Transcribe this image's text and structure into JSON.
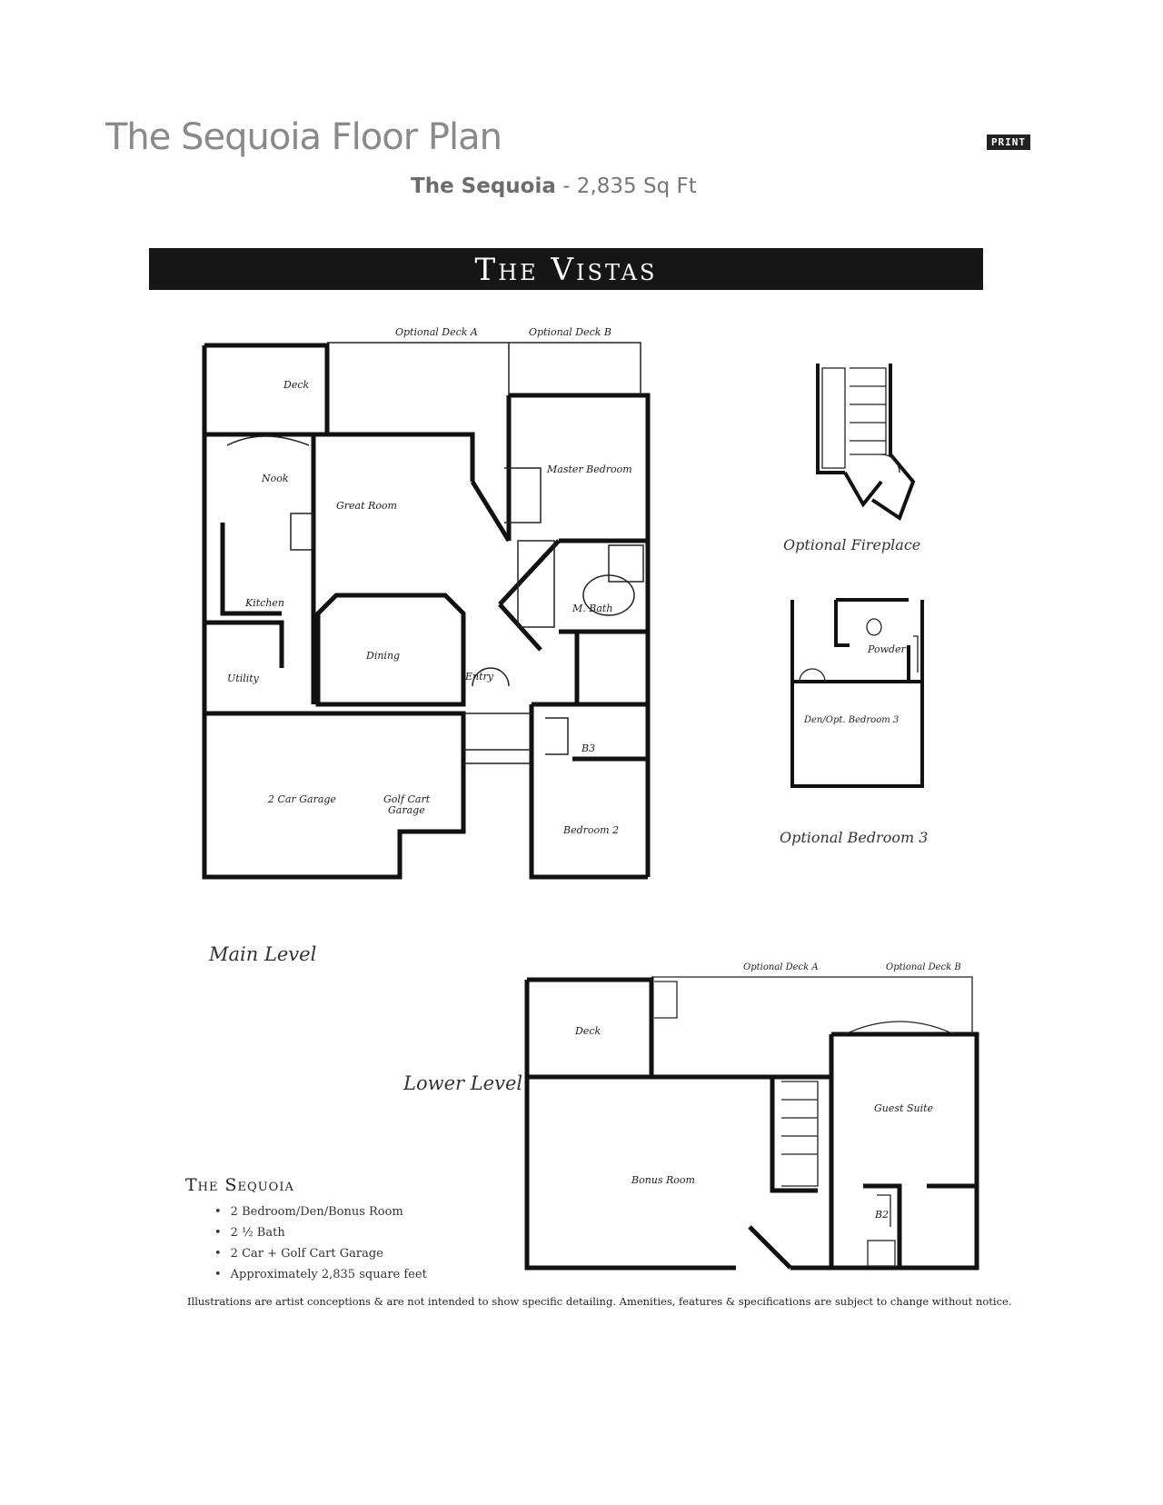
{
  "header": {
    "title": "The Sequoia Floor Plan",
    "print_label": "PRINT",
    "subtitle_name": "The Sequoia",
    "subtitle_rest": " - 2,835 Sq Ft"
  },
  "banner": {
    "text": "The Vistas"
  },
  "main_level": {
    "label": "Main Level",
    "rooms": {
      "optional_deck_a": "Optional Deck A",
      "optional_deck_b": "Optional Deck B",
      "deck": "Deck",
      "nook": "Nook",
      "great_room": "Great Room",
      "master_bedroom": "Master Bedroom",
      "kitchen": "Kitchen",
      "dining": "Dining",
      "entry": "Entry",
      "m_bath": "M. Bath",
      "utility": "Utility",
      "b3": "B3",
      "two_car_garage": "2 Car Garage",
      "golf_cart_garage_1": "Golf Cart",
      "golf_cart_garage_2": "Garage",
      "bedroom_2": "Bedroom 2"
    }
  },
  "optional_fireplace": {
    "label": "Optional Fireplace"
  },
  "optional_bedroom": {
    "label": "Optional Bedroom 3",
    "rooms": {
      "powder": "Powder",
      "den": "Den/Opt. Bedroom 3"
    }
  },
  "lower_level": {
    "label": "Lower Level",
    "rooms": {
      "optional_deck_a": "Optional Deck A",
      "optional_deck_b": "Optional Deck B",
      "deck": "Deck",
      "guest_suite": "Guest Suite",
      "bonus_room": "Bonus Room",
      "b2": "B2"
    }
  },
  "specs": {
    "title": "The Sequoia",
    "items": [
      "2 Bedroom/Den/Bonus Room",
      "2 ½ Bath",
      "2 Car + Golf Cart Garage",
      "Approximately 2,835 square feet"
    ]
  },
  "disclaimer": "Illustrations are artist conceptions & are not intended to show specific detailing. Amenities, features & specifications are subject to change without notice.",
  "colors": {
    "banner_bg": "#161616",
    "title_gray": "#8a8a8a"
  }
}
